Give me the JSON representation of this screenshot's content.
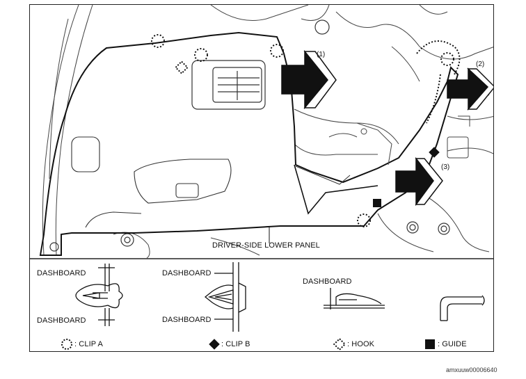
{
  "panel_label": "DRIVER-SIDE LOWER PANEL",
  "callouts": [
    "(1)",
    "(2)",
    "(3)"
  ],
  "dashboard_label": "DASHBOARD",
  "legend": {
    "clip_a": ": CLIP A",
    "clip_b": ": CLIP B",
    "hook": ": HOOK",
    "guide": ": GUIDE"
  },
  "figure_id": "amxuuw00006640",
  "icons": [
    "clip-a-dotted-circle-icon",
    "clip-b-diamond-icon",
    "hook-dotted-diamond-icon",
    "guide-square-icon",
    "removal-arrow-icon"
  ]
}
